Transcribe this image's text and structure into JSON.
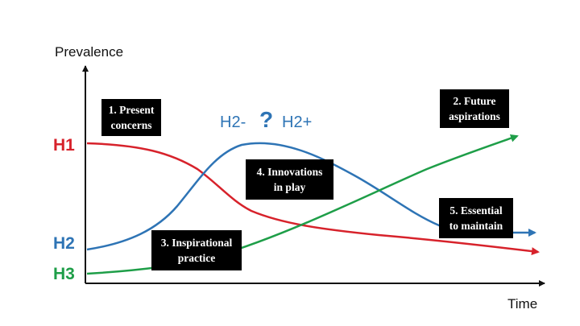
{
  "axes": {
    "y_label": "Prevalence",
    "x_label": "Time"
  },
  "horizons": [
    {
      "id": "H1",
      "label": "H1",
      "color": "#d7222b"
    },
    {
      "id": "H2",
      "label": "H2",
      "color": "#2e74b5"
    },
    {
      "id": "H3",
      "label": "H3",
      "color": "#1e9e48"
    }
  ],
  "h2_annotation": {
    "left": "H2-",
    "mark": "?",
    "right": "H2+"
  },
  "boxes": [
    {
      "id": "present",
      "lines": [
        "1. Present",
        "concerns"
      ]
    },
    {
      "id": "future",
      "lines": [
        "2. Future",
        "aspirations"
      ]
    },
    {
      "id": "inspirational",
      "lines": [
        "3. Inspirational",
        "practice"
      ]
    },
    {
      "id": "innovations",
      "lines": [
        "4. Innovations",
        "in play"
      ]
    },
    {
      "id": "essential",
      "lines": [
        "5. Essential",
        "to maintain"
      ]
    }
  ],
  "colors": {
    "axis": "#111111",
    "box_bg": "#000000",
    "box_text": "#ffffff"
  }
}
